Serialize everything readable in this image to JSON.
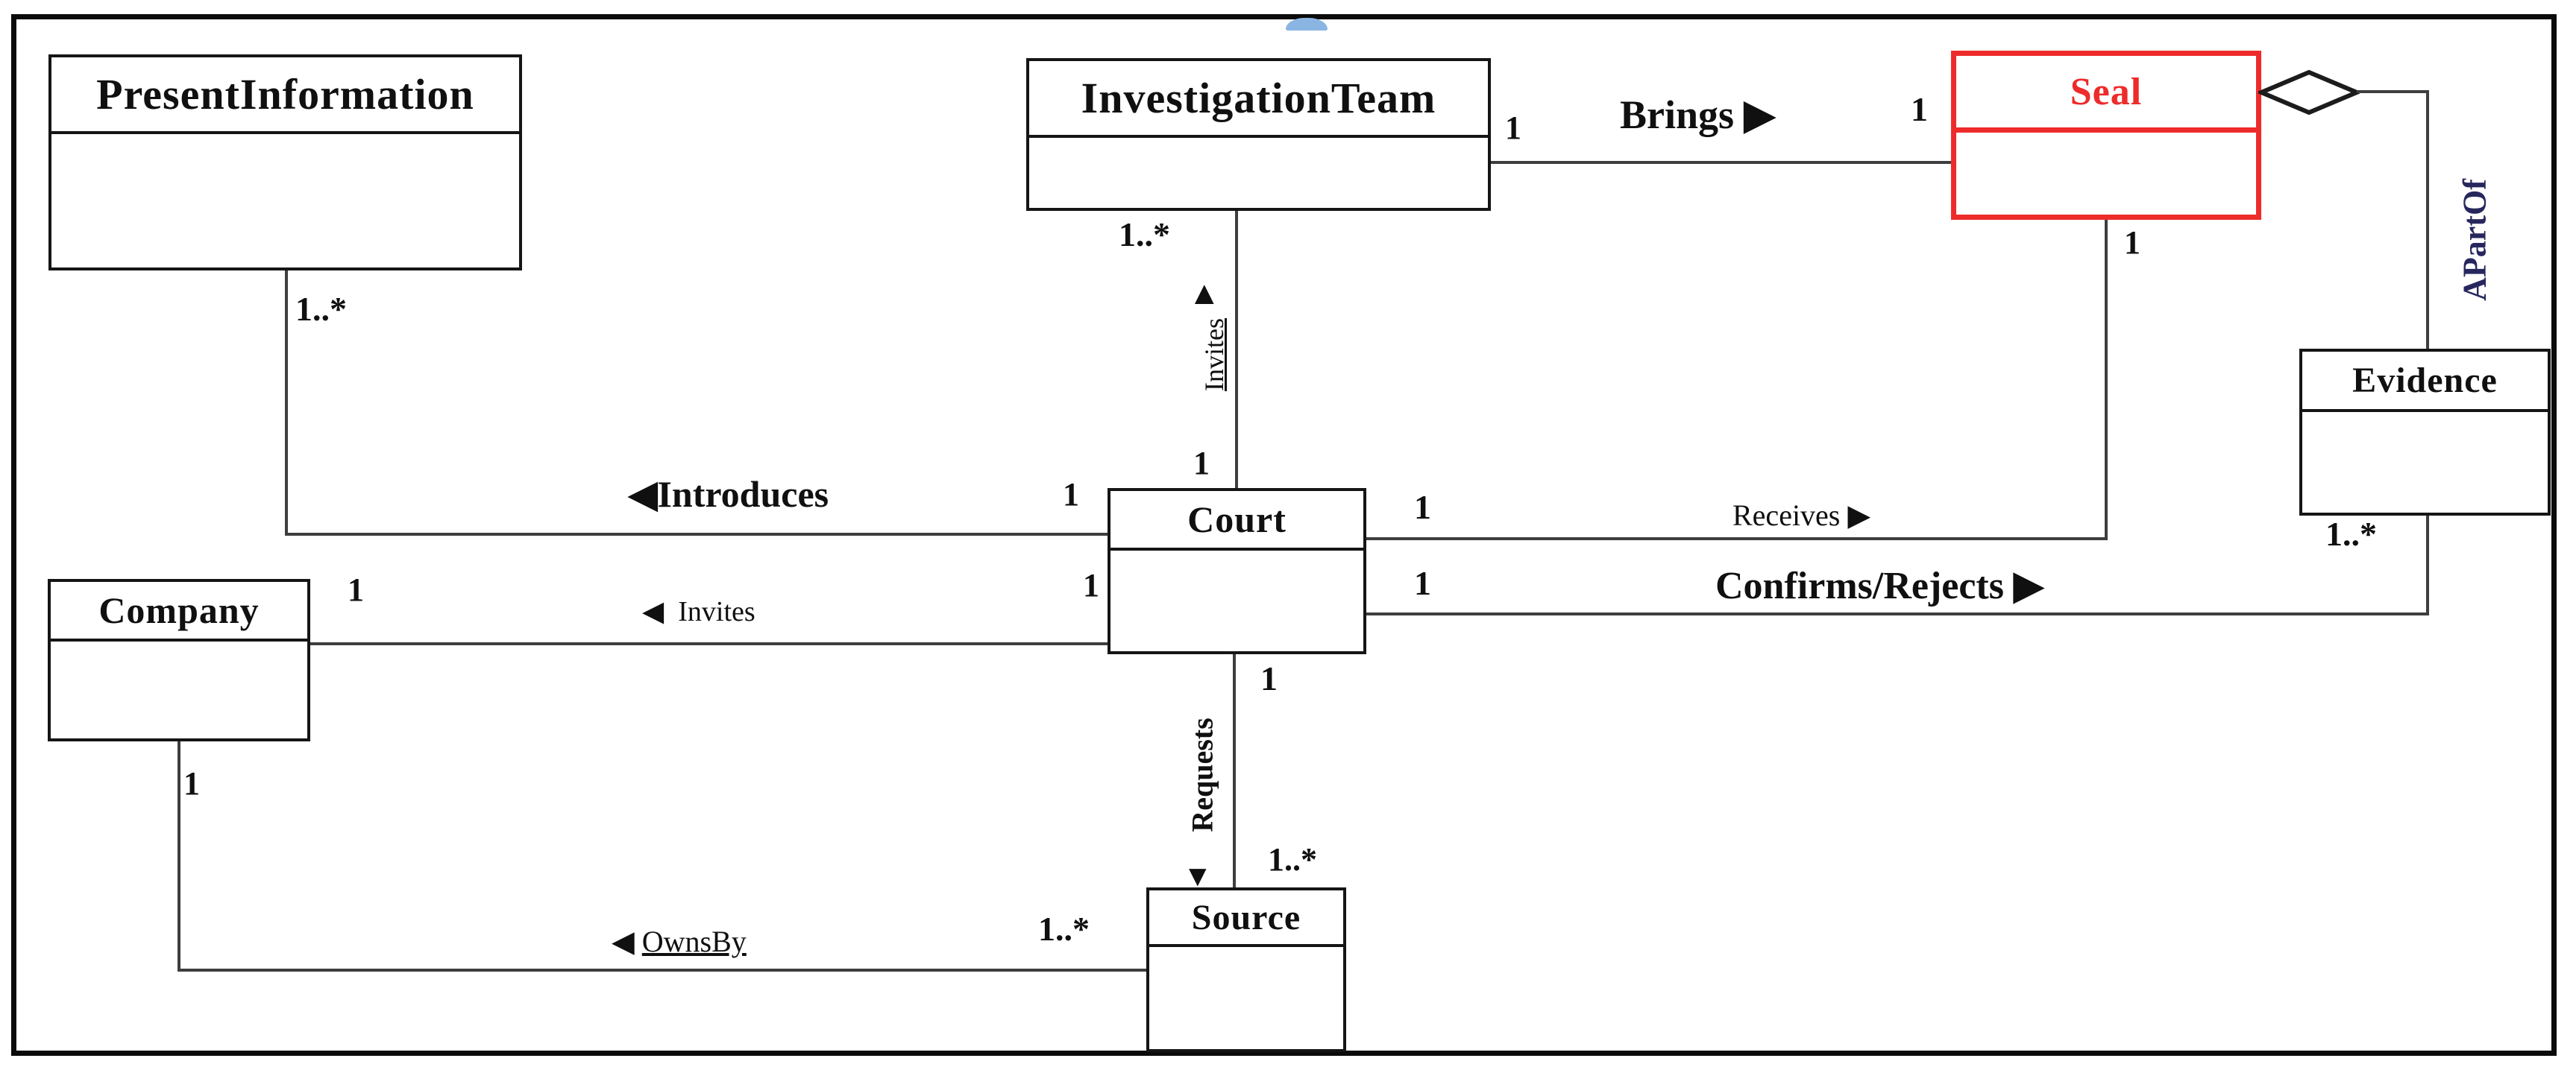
{
  "diagram": {
    "classes": {
      "present_information": {
        "name": "PresentInformation"
      },
      "investigation_team": {
        "name": "InvestigationTeam"
      },
      "seal": {
        "name": "Seal",
        "accent_color": "#ee2b2b"
      },
      "evidence": {
        "name": "Evidence"
      },
      "court": {
        "name": "Court"
      },
      "company": {
        "name": "Company"
      },
      "source": {
        "name": "Source"
      }
    },
    "associations": {
      "introduces": {
        "label": "Introduces",
        "arrow": "◀",
        "mult_presentinformation": "1..*",
        "mult_court": "1"
      },
      "invites_team": {
        "label": "Invites",
        "arrow": "▲",
        "mult_investigationteam": "1..*",
        "mult_court": "1"
      },
      "brings": {
        "label": "Brings",
        "arrow": "▶",
        "mult_investigationteam": "1",
        "mult_seal": "1"
      },
      "apartof": {
        "label": "APartOf"
      },
      "receives": {
        "label": "Receives",
        "arrow": "▶",
        "mult_court": "1",
        "mult_seal": "1"
      },
      "confirms_rejects": {
        "label": "Confirms/Rejects",
        "arrow": "▶",
        "mult_court": "1",
        "mult_evidence": "1..*"
      },
      "invites_company": {
        "label": "Invites",
        "arrow": "◀",
        "mult_company": "1",
        "mult_court": "1"
      },
      "requests": {
        "label": "Requests",
        "arrow": "▼",
        "mult_court": "1",
        "mult_source": "1..*"
      },
      "ownsby": {
        "label": "OwnsBy",
        "arrow": "◀",
        "mult_company": "1",
        "mult_source": "1..*"
      }
    }
  }
}
